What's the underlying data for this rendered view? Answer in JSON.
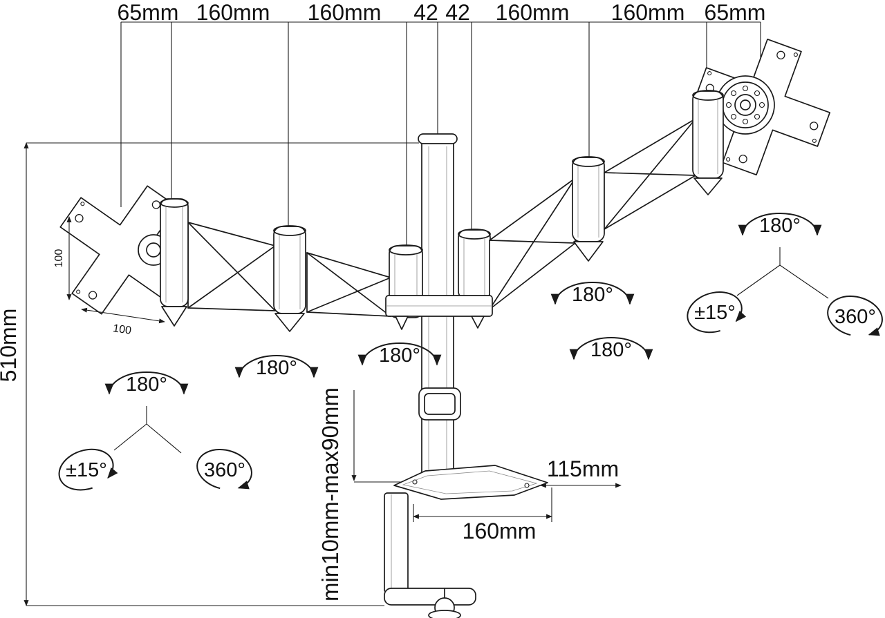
{
  "dimensions": {
    "top": [
      "65mm",
      "160mm",
      "160mm",
      "42",
      "42",
      "160mm",
      "160mm",
      "65mm"
    ],
    "pole_height": "510mm",
    "vesa_width": "100",
    "vesa_height": "100",
    "clamp_range": "min10mm-max90mm",
    "base_depth": "115mm",
    "base_width": "160mm"
  },
  "rotations": {
    "left_pan": "180°",
    "left_tilt": "±15°",
    "left_rotate": "360°",
    "left_elbow": "180°",
    "left_shoulder": "180°",
    "right_elbow": "180°",
    "right_shoulder": "180°",
    "right_pan": "180°",
    "right_tilt": "±15°",
    "right_rotate": "360°"
  }
}
